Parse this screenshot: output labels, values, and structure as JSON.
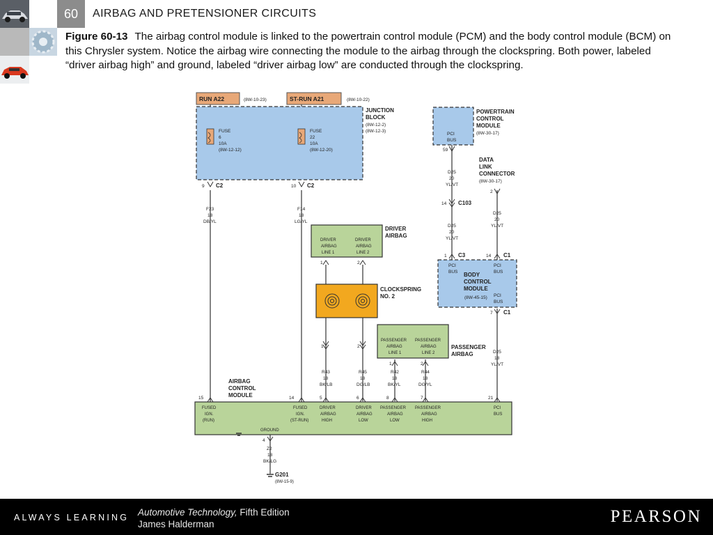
{
  "header": {
    "chapter_number": "60",
    "title": "AIRBAG AND PRETENSIONER CIRCUITS"
  },
  "caption": {
    "figure_label": "Figure 60-13",
    "text": "The airbag control module is linked to the powertrain control module (PCM) and the body control module (BCM) on this Chrysler system. Notice the airbag wire connecting the module to the airbag through the clockspring. Both power, labeled “driver airbag high” and ground, labeled “driver airbag low” are conducted through the clockspring."
  },
  "diagram": {
    "run_a22": "RUN A22",
    "run_a22_ref": "(8W-10-23)",
    "st_run_a21": "ST-RUN A21",
    "st_run_a21_ref": "(8W-10-22)",
    "junction_block": [
      "JUNCTION",
      "BLOCK",
      "(8W-12-2)",
      "(8W-12-3)"
    ],
    "fuse6": [
      "FUSE",
      "6",
      "10A",
      "(8W-12-12)"
    ],
    "fuse22": [
      "FUSE",
      "22",
      "10A",
      "(8W-12-20)"
    ],
    "c2_left_pin": "9",
    "c2_right_pin": "10",
    "c2_label": "C2",
    "wire_f23": [
      "F23",
      "18",
      "DB/YL"
    ],
    "wire_f14": [
      "F14",
      "18",
      "LG/YL"
    ],
    "pcm": [
      "POWERTRAIN",
      "CONTROL",
      "MODULE",
      "(8W-30-17)"
    ],
    "pcm_bus": [
      "PCI",
      "BUS"
    ],
    "pcm_pin": "59",
    "wire_d25_a": [
      "D25",
      "20",
      "YL/VT"
    ],
    "c103_pin": "14",
    "c103_label": "C103",
    "wire_d25_b": [
      "D25",
      "20",
      "YL/VT"
    ],
    "dlc": [
      "DATA",
      "LINK",
      "CONNECTOR",
      "(8W-30-17)"
    ],
    "dlc_pin": "2",
    "wire_d25_c": [
      "D25",
      "20",
      "YL/VT"
    ],
    "c3_pin": "1",
    "c3_label": "C3",
    "c1_top_pin": "14",
    "c1_label": "C1",
    "bcm": [
      "BODY",
      "CONTROL",
      "MODULE",
      "(8W-45-15)"
    ],
    "bcm_bus": [
      "PCI",
      "BUS"
    ],
    "c1_bottom_pin": "7",
    "wire_d25_d": [
      "D25",
      "18",
      "YL/VT"
    ],
    "driver_airbag": [
      "DRIVER",
      "AIRBAG"
    ],
    "driver_line1": [
      "DRIVER",
      "AIRBAG",
      "LINE 1"
    ],
    "driver_line2": [
      "DRIVER",
      "AIRBAG",
      "LINE 2"
    ],
    "da_pin1": "1",
    "da_pin2": "2",
    "clockspring": [
      "CLOCKSPRING",
      "NO. 2"
    ],
    "cs_pin1": "1",
    "cs_pin2": "2",
    "passenger_airbag": [
      "PASSENGER",
      "AIRBAG"
    ],
    "passenger_line1": [
      "PASSENGER",
      "AIRBAG",
      "LINE 1"
    ],
    "passenger_line2": [
      "PASSENGER",
      "AIRBAG",
      "LINE 2"
    ],
    "pa_pin1": "1",
    "pa_pin2": "2",
    "wire_r43": [
      "R43",
      "18",
      "BK/LB"
    ],
    "wire_r45": [
      "R45",
      "18",
      "DG/LB"
    ],
    "wire_r42": [
      "R42",
      "18",
      "BK/YL"
    ],
    "wire_r44": [
      "R44",
      "18",
      "DG/YL"
    ],
    "acm": [
      "AIRBAG",
      "CONTROL",
      "MODULE"
    ],
    "acm_pins": [
      "15",
      "14",
      "5",
      "6",
      "8",
      "7",
      "21"
    ],
    "acm_fused_ign_run": [
      "FUSED",
      "IGN.",
      "(RUN)"
    ],
    "acm_fused_ign_strun": [
      "FUSED",
      "IGN.",
      "(ST-RUN)"
    ],
    "acm_driver_high": [
      "DRIVER",
      "AIRBAG",
      "HIGH"
    ],
    "acm_driver_low": [
      "DRIVER",
      "AIRBAG",
      "LOW"
    ],
    "acm_pass_low": [
      "PASSENGER",
      "AIRBAG",
      "LOW"
    ],
    "acm_pass_high": [
      "PASSENGER",
      "AIRBAG",
      "HIGH"
    ],
    "acm_pci_bus": [
      "PCI",
      "BUS"
    ],
    "ground_label": "GROUND",
    "ground_pin": "4",
    "wire_z2": [
      "Z2",
      "18",
      "BK/LG"
    ],
    "g201": "G201",
    "g201_ref": "(8W-15-9)",
    "colors": {
      "junction_fill": "#a8c9ea",
      "module_green": "#b9d49a",
      "connector_orange": "#e8a878",
      "clockspring_fill": "#f2a81f"
    }
  },
  "footer": {
    "tagline": "ALWAYS LEARNING",
    "book_title": "Automotive Technology,",
    "book_edition": " Fifth Edition",
    "author": "James Halderman",
    "publisher": "PEARSON"
  }
}
